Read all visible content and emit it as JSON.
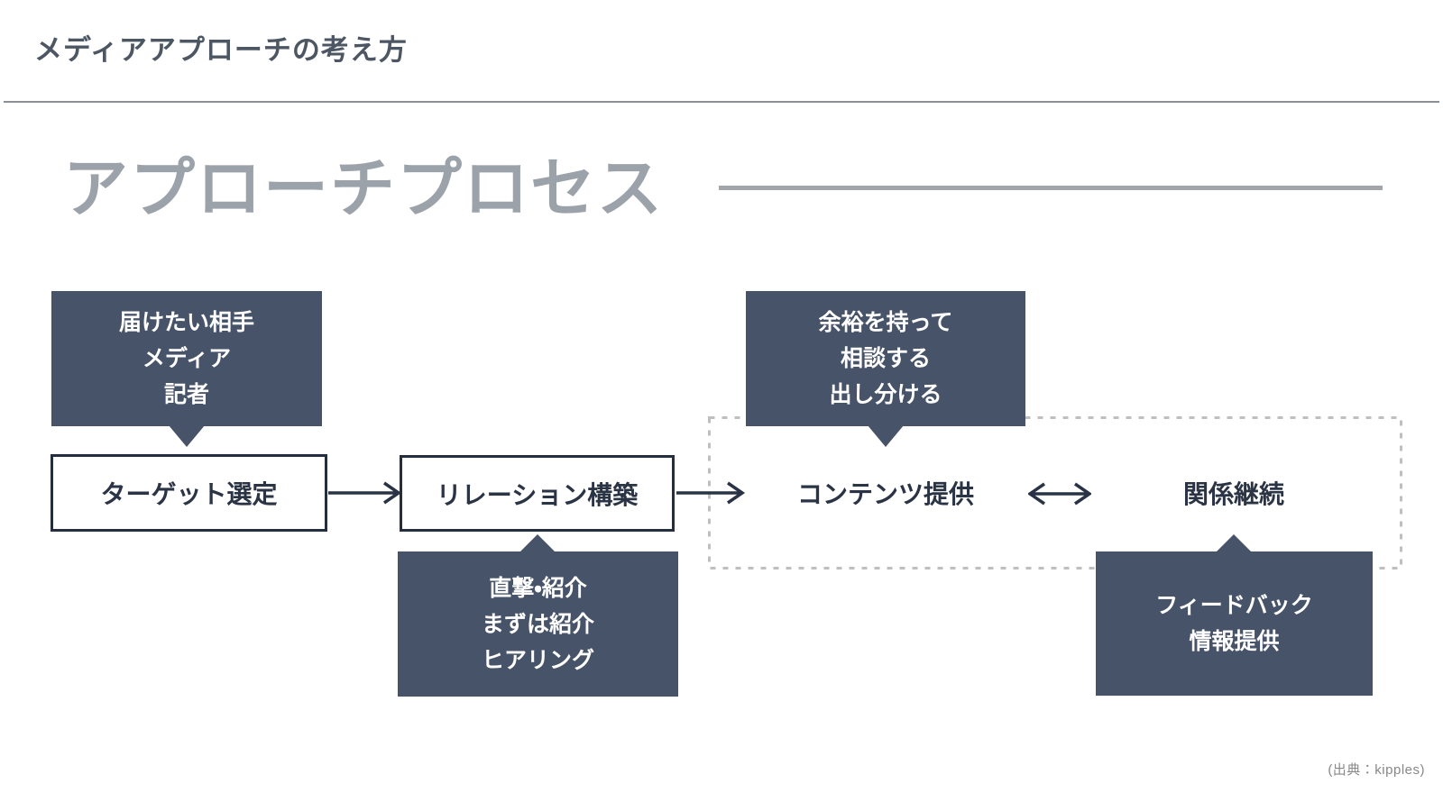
{
  "page": {
    "title": "メディアアプローチの考え方",
    "source": "(出典：kipples)"
  },
  "section": {
    "heading": "アプローチプロセス"
  },
  "process": {
    "steps": [
      {
        "label": "ターゲット選定"
      },
      {
        "label": "リレーション構築"
      },
      {
        "label": "コンテンツ提供"
      },
      {
        "label": "関係継続"
      }
    ],
    "callouts": [
      {
        "target": "ターゲット選定",
        "position": "above",
        "lines": [
          "届けたい相手",
          "メディア",
          "記者"
        ]
      },
      {
        "target": "リレーション構築",
        "position": "below",
        "lines": [
          "直撃・紹介",
          "まずは紹介",
          "ヒアリング"
        ]
      },
      {
        "target": "コンテンツ提供",
        "position": "above",
        "lines": [
          "余裕を持って",
          "相談する",
          "出し分ける"
        ]
      },
      {
        "target": "関係継続",
        "position": "below",
        "lines": [
          "フィードバック",
          "情報提供"
        ]
      }
    ],
    "arrows": [
      {
        "from": "ターゲット選定",
        "to": "リレーション構築",
        "type": "single"
      },
      {
        "from": "リレーション構築",
        "to": "コンテンツ提供",
        "type": "single"
      },
      {
        "from": "コンテンツ提供",
        "to": "関係継続",
        "type": "double"
      }
    ]
  },
  "colors": {
    "callout_navy": "#475368",
    "dark_line": "#2A3345",
    "heading_gray": "#9CA2A9",
    "dashed_border": "#BFBFBF"
  }
}
